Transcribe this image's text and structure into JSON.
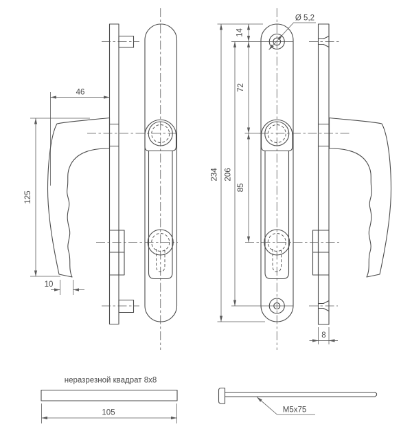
{
  "colors": {
    "background": "#ffffff",
    "line": "#4a4a4a",
    "dimension_line": "#5a5a5a",
    "text": "#4a4a4a"
  },
  "dims": {
    "handle_depth": "46",
    "handle_length": "125",
    "handle_end_width": "10",
    "top_hole_diameter": "Ø 5,2",
    "top_hole_offset": "14",
    "top_hole_to_handle_axis": "72",
    "plate_length": "234",
    "screw_holes_spacing": "206",
    "handle_axis_to_cylinder": "85",
    "plate_thickness": "8",
    "square_bar_length": "105"
  },
  "labels": {
    "square_bar_caption": "неразрезной квадрат 8x8",
    "screw_caption": "M5x75"
  }
}
